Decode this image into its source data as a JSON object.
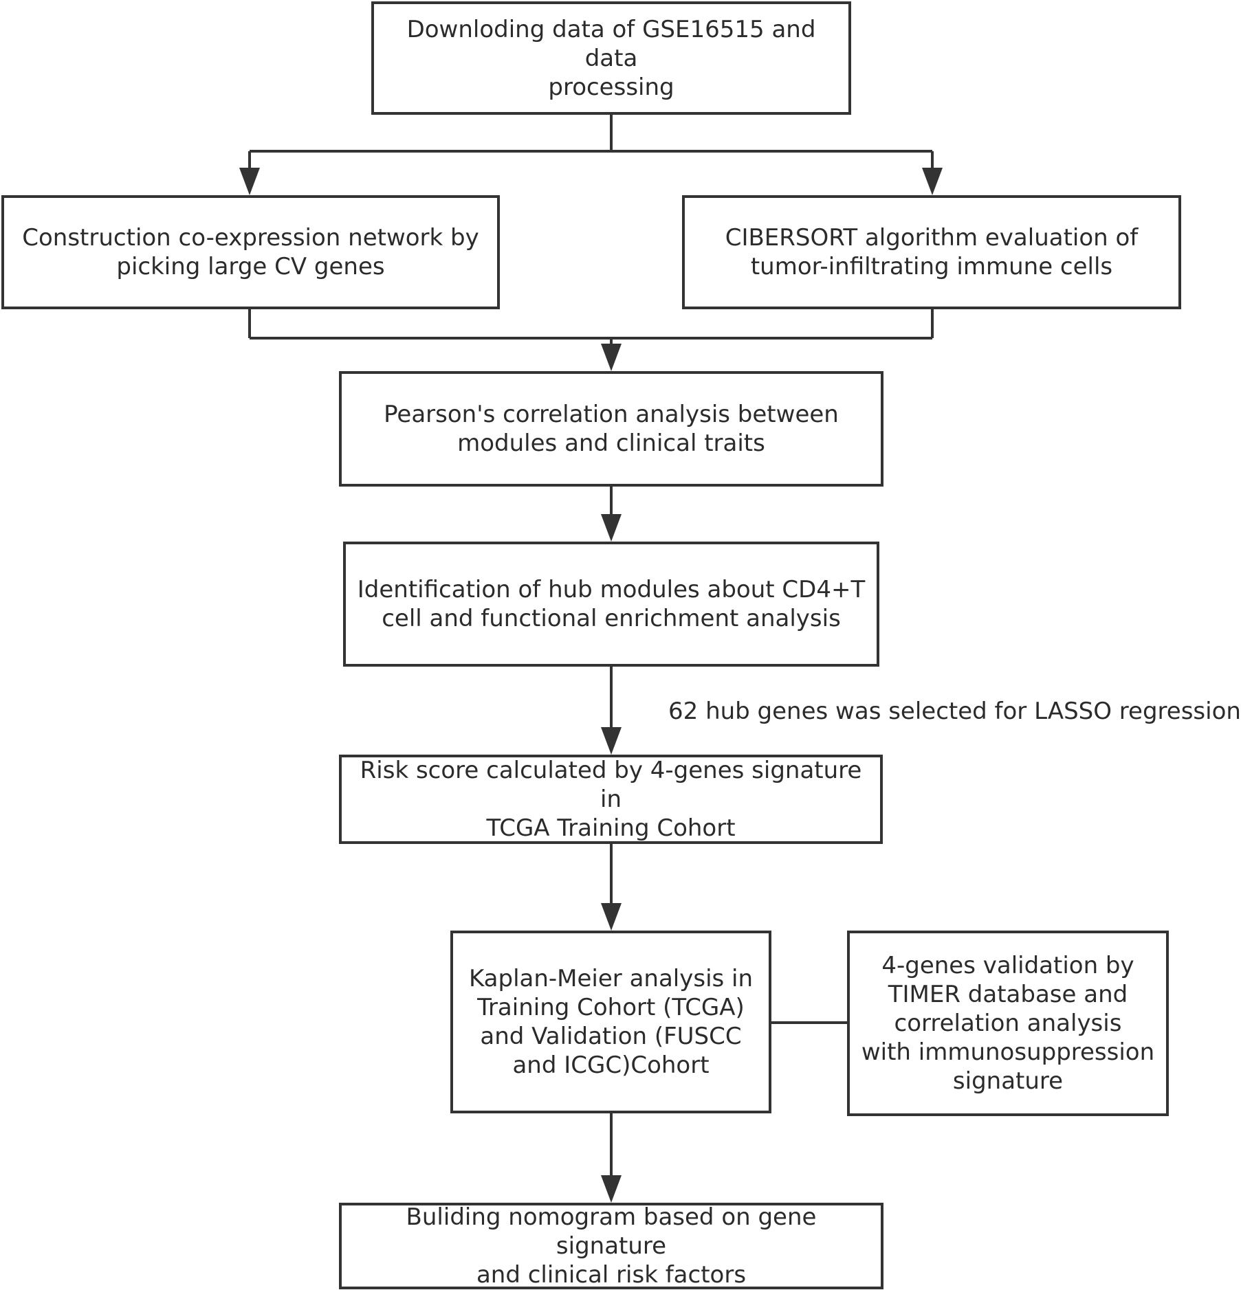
{
  "diagram": {
    "steps": {
      "download": "Downloding data of GSE16515 and data\nprocessing",
      "coexpression": "Construction co-expression network by\npicking large CV genes",
      "cibersort": "CIBERSORT  algorithm evaluation of\ntumor-infiltrating immune cells",
      "pearson": "Pearson's correlation analysis between\nmodules and clinical traits",
      "hub_modules": "Identification of hub modules about CD4+T\ncell  and functional enrichment analysis",
      "risk_score": "Risk score calculated  by 4-genes signature in\nTCGA Training Cohort",
      "kaplan_meier": "Kaplan-Meier analysis in\nTraining Cohort (TCGA)\nand  Validation (FUSCC\nand ICGC)Cohort",
      "validation": "4-genes validation by\nTIMER database  and\ncorrelation analysis\nwith immunosuppression\nsignature",
      "nomogram": "Buliding nomogram based on gene signature\nand clinical risk factors"
    },
    "edge_label": "62 hub genes was selected for LASSO regression"
  },
  "colors": {
    "stroke": "#333333",
    "text": "#2b2b2b",
    "background": "#ffffff"
  }
}
